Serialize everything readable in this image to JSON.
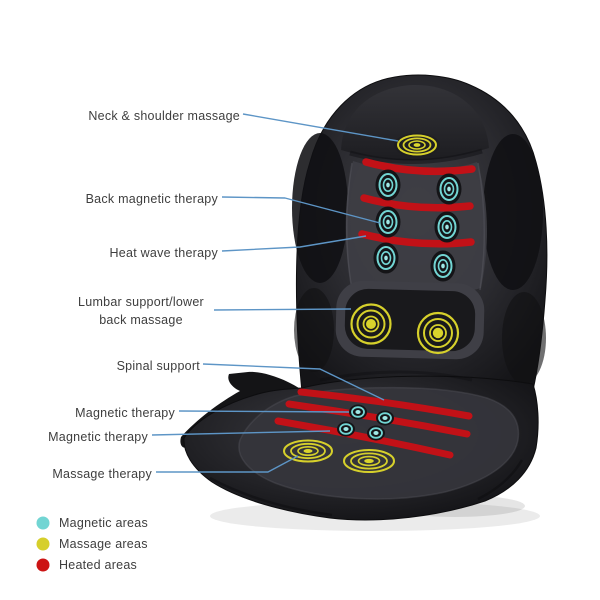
{
  "callouts": [
    {
      "label": "Neck & shoulder massage"
    },
    {
      "label": "Back magnetic therapy"
    },
    {
      "label": "Heat wave therapy"
    },
    {
      "label": "Lumbar support/lower back massage"
    },
    {
      "label": "Spinal support"
    },
    {
      "label": "Magnetic therapy"
    },
    {
      "label": "Magnetic therapy"
    },
    {
      "label": "Massage therapy"
    }
  ],
  "legend": {
    "items": [
      {
        "label": "Magnetic areas",
        "color": "#72d5d3"
      },
      {
        "label": "Massage areas",
        "color": "#d6cf2b"
      },
      {
        "label": "Heated areas",
        "color": "#cc1414"
      }
    ]
  },
  "colors": {
    "leader_line": "#5d95c6",
    "heat_bar": "#c21117",
    "magnet": "#72d5d3",
    "massage": "#d6d02b",
    "label_text": "#3e3e3e"
  }
}
